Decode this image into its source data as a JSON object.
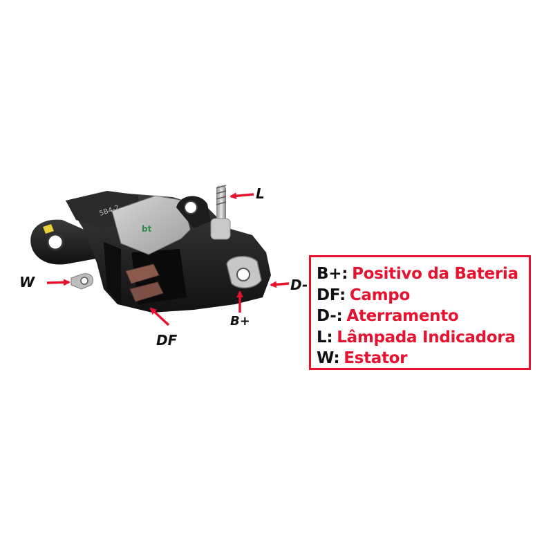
{
  "terminals": [
    {
      "id": "W",
      "label": "W"
    },
    {
      "id": "DF",
      "label": "DF"
    },
    {
      "id": "B+",
      "label": "B+"
    },
    {
      "id": "D-",
      "label": "D-"
    },
    {
      "id": "L",
      "label": "L"
    }
  ],
  "legend": {
    "items": [
      {
        "key": "B+:",
        "value": "Positivo da Bateria"
      },
      {
        "key": "DF:",
        "value": "Campo"
      },
      {
        "key": "D-:",
        "value": "Aterramento"
      },
      {
        "key": "L:",
        "value": "Lâmpada Indicadora"
      },
      {
        "key": "W:",
        "value": "Estator"
      }
    ]
  },
  "product": {
    "marking": "5B4-2",
    "logo_text": "bt"
  },
  "colors": {
    "accent": "#e5132f",
    "text": "#111111",
    "body": "#1c1c1c",
    "plate": "#bdbdbd"
  }
}
